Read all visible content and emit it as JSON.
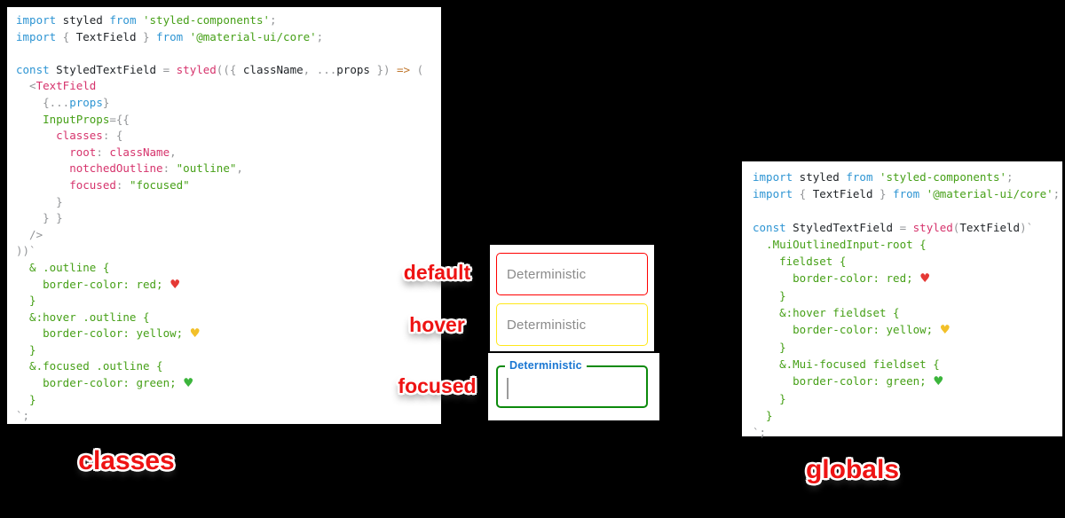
{
  "canvas": {
    "background": "#000000"
  },
  "code": {
    "left": {
      "name": "classes approach snippet",
      "lines": [
        [
          [
            "b",
            "import"
          ],
          [
            "k",
            " styled "
          ],
          [
            "b",
            "from"
          ],
          [
            "s",
            " 'styled-components'"
          ],
          [
            "g",
            ";"
          ]
        ],
        [
          [
            "b",
            "import"
          ],
          [
            "g",
            " { "
          ],
          [
            "k",
            "TextField"
          ],
          [
            "g",
            " } "
          ],
          [
            "b",
            "from"
          ],
          [
            "s",
            " '@material-ui/core'"
          ],
          [
            "g",
            ";"
          ]
        ],
        [],
        [
          [
            "b",
            "const"
          ],
          [
            "k",
            " StyledTextField "
          ],
          [
            "g",
            "= "
          ],
          [
            "p",
            "styled"
          ],
          [
            "g",
            "(({ "
          ],
          [
            "k",
            "className"
          ],
          [
            "g",
            ", ..."
          ],
          [
            "k",
            "props"
          ],
          [
            "g",
            " }) "
          ],
          [
            "o",
            "=>"
          ],
          [
            "g",
            " ("
          ]
        ],
        [
          [
            "g",
            "  <"
          ],
          [
            "p",
            "TextField"
          ]
        ],
        [
          [
            "g",
            "    {..."
          ],
          [
            "b",
            "props"
          ],
          [
            "g",
            "}"
          ]
        ],
        [
          [
            "s",
            "    InputProps"
          ],
          [
            "g",
            "={{"
          ]
        ],
        [
          [
            "p",
            "      classes"
          ],
          [
            "g",
            ": {"
          ]
        ],
        [
          [
            "p",
            "        root"
          ],
          [
            "g",
            ": "
          ],
          [
            "p",
            "className"
          ],
          [
            "g",
            ","
          ]
        ],
        [
          [
            "p",
            "        notchedOutline"
          ],
          [
            "g",
            ": "
          ],
          [
            "s",
            "\"outline\""
          ],
          [
            "g",
            ","
          ]
        ],
        [
          [
            "p",
            "        focused"
          ],
          [
            "g",
            ": "
          ],
          [
            "s",
            "\"focused\""
          ]
        ],
        [
          [
            "g",
            "      }"
          ]
        ],
        [
          [
            "g",
            "    } }"
          ]
        ],
        [
          [
            "g",
            "  />"
          ]
        ],
        [
          [
            "g",
            "))`"
          ]
        ],
        [
          [
            "s",
            "  & .outline {"
          ]
        ],
        [
          [
            "s",
            "    border-color: red; "
          ],
          [
            "hr",
            "♥"
          ]
        ],
        [
          [
            "s",
            "  }"
          ]
        ],
        [
          [
            "s",
            "  &:hover .outline {"
          ]
        ],
        [
          [
            "s",
            "    border-color: yellow; "
          ],
          [
            "hy",
            "♥"
          ]
        ],
        [
          [
            "s",
            "  }"
          ]
        ],
        [
          [
            "s",
            "  &.focused .outline {"
          ]
        ],
        [
          [
            "s",
            "    border-color: green; "
          ],
          [
            "hg",
            "♥"
          ]
        ],
        [
          [
            "s",
            "  }"
          ]
        ],
        [
          [
            "g",
            "`;"
          ]
        ]
      ]
    },
    "right": {
      "name": "globals approach snippet",
      "lines": [
        [
          [
            "b",
            "import"
          ],
          [
            "k",
            " styled "
          ],
          [
            "b",
            "from"
          ],
          [
            "s",
            " 'styled-components'"
          ],
          [
            "g",
            ";"
          ]
        ],
        [
          [
            "b",
            "import"
          ],
          [
            "g",
            " { "
          ],
          [
            "k",
            "TextField"
          ],
          [
            "g",
            " } "
          ],
          [
            "b",
            "from"
          ],
          [
            "s",
            " '@material-ui/core'"
          ],
          [
            "g",
            ";"
          ]
        ],
        [],
        [
          [
            "b",
            "const"
          ],
          [
            "k",
            " StyledTextField "
          ],
          [
            "g",
            "= "
          ],
          [
            "p",
            "styled"
          ],
          [
            "g",
            "("
          ],
          [
            "k",
            "TextField"
          ],
          [
            "g",
            ")`"
          ]
        ],
        [
          [
            "s",
            "  .MuiOutlinedInput-root {"
          ]
        ],
        [
          [
            "s",
            "    fieldset {"
          ]
        ],
        [
          [
            "s",
            "      border-color: red; "
          ],
          [
            "hr",
            "♥"
          ]
        ],
        [
          [
            "s",
            "    }"
          ]
        ],
        [
          [
            "s",
            "    &:hover fieldset {"
          ]
        ],
        [
          [
            "s",
            "      border-color: yellow; "
          ],
          [
            "hy",
            "♥"
          ]
        ],
        [
          [
            "s",
            "    }"
          ]
        ],
        [
          [
            "s",
            "    &.Mui-focused fieldset {"
          ]
        ],
        [
          [
            "s",
            "      border-color: green; "
          ],
          [
            "hg",
            "♥"
          ]
        ],
        [
          [
            "s",
            "    }"
          ]
        ],
        [
          [
            "s",
            "  }"
          ]
        ],
        [
          [
            "g",
            "`;"
          ]
        ]
      ]
    }
  },
  "textfields": {
    "placeholder": "Deterministic",
    "focused_label": "Deterministic",
    "border_colors": {
      "default": "#ff0000",
      "hover": "#ffe81a",
      "focused": "#0c8a0c"
    }
  },
  "annotations": {
    "default": "default",
    "hover": "hover",
    "focused": "focused",
    "classes_caption": "classes",
    "globals_caption": "globals"
  },
  "colors": {
    "annotation_red": "#ee1313",
    "syntax_keyword_blue": "#2e95d3",
    "syntax_pink": "#d6336c",
    "syntax_green": "#46a017",
    "syntax_gray": "#939598",
    "syntax_arrow_orange": "#c0772e",
    "focused_label_blue": "#1976d2",
    "placeholder_gray": "#8a8a8a"
  }
}
